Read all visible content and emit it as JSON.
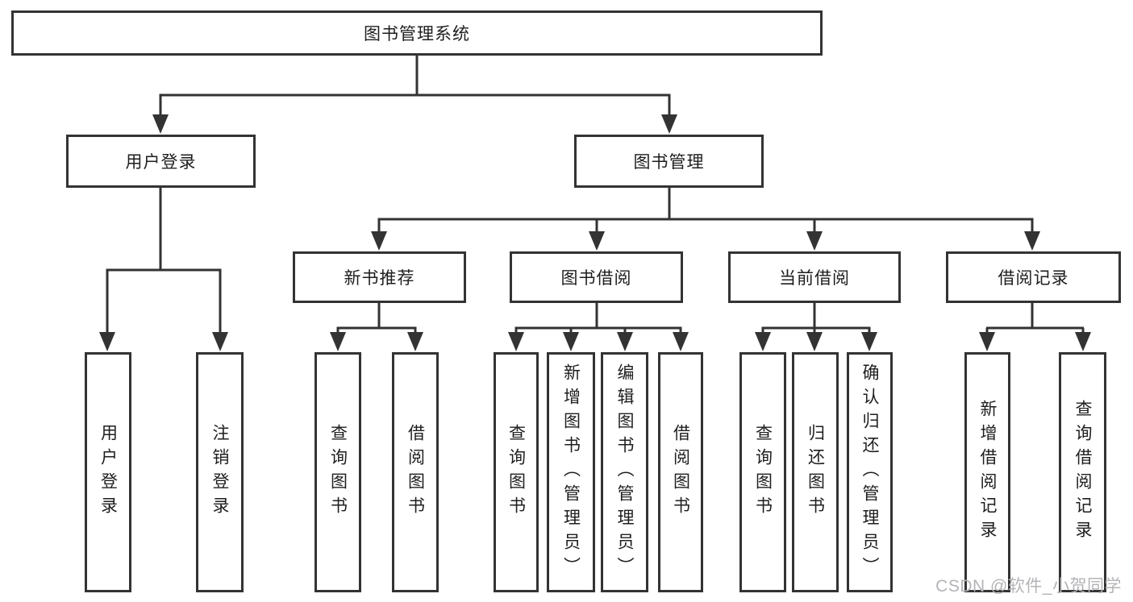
{
  "diagram": {
    "colors": {
      "line": "#333333",
      "box_border": "#333333",
      "text": "#1e1e1e",
      "watermark": "#b4b4b8",
      "background": "#ffffff"
    },
    "nodes": {
      "root": "图书管理系统",
      "user_login": "用户登录",
      "book_mgmt": "图书管理",
      "new_book_rec": "新书推荐",
      "book_borrow": "图书借阅",
      "current_borrow": "当前借阅",
      "borrow_records": "借阅记录",
      "leaf_user_login": "用户登录",
      "leaf_logout": "注销登录",
      "leaf_query_book_newrec": "查询图书",
      "leaf_borrow_book_newrec": "借阅图书",
      "leaf_query_book_borrow": "查询图书",
      "leaf_add_book_admin": "新增图书（管理员）",
      "leaf_edit_book_admin": "编辑图书（管理员）",
      "leaf_borrow_book_borrow": "借阅图书",
      "leaf_query_book_current": "查询图书",
      "leaf_return_book": "归还图书",
      "leaf_confirm_return_admin": "确认归还（管理员）",
      "leaf_add_borrow_record": "新增借阅记录",
      "leaf_query_borrow_record": "查询借阅记录"
    },
    "watermark": "CSDN @软件_小贺同学"
  }
}
